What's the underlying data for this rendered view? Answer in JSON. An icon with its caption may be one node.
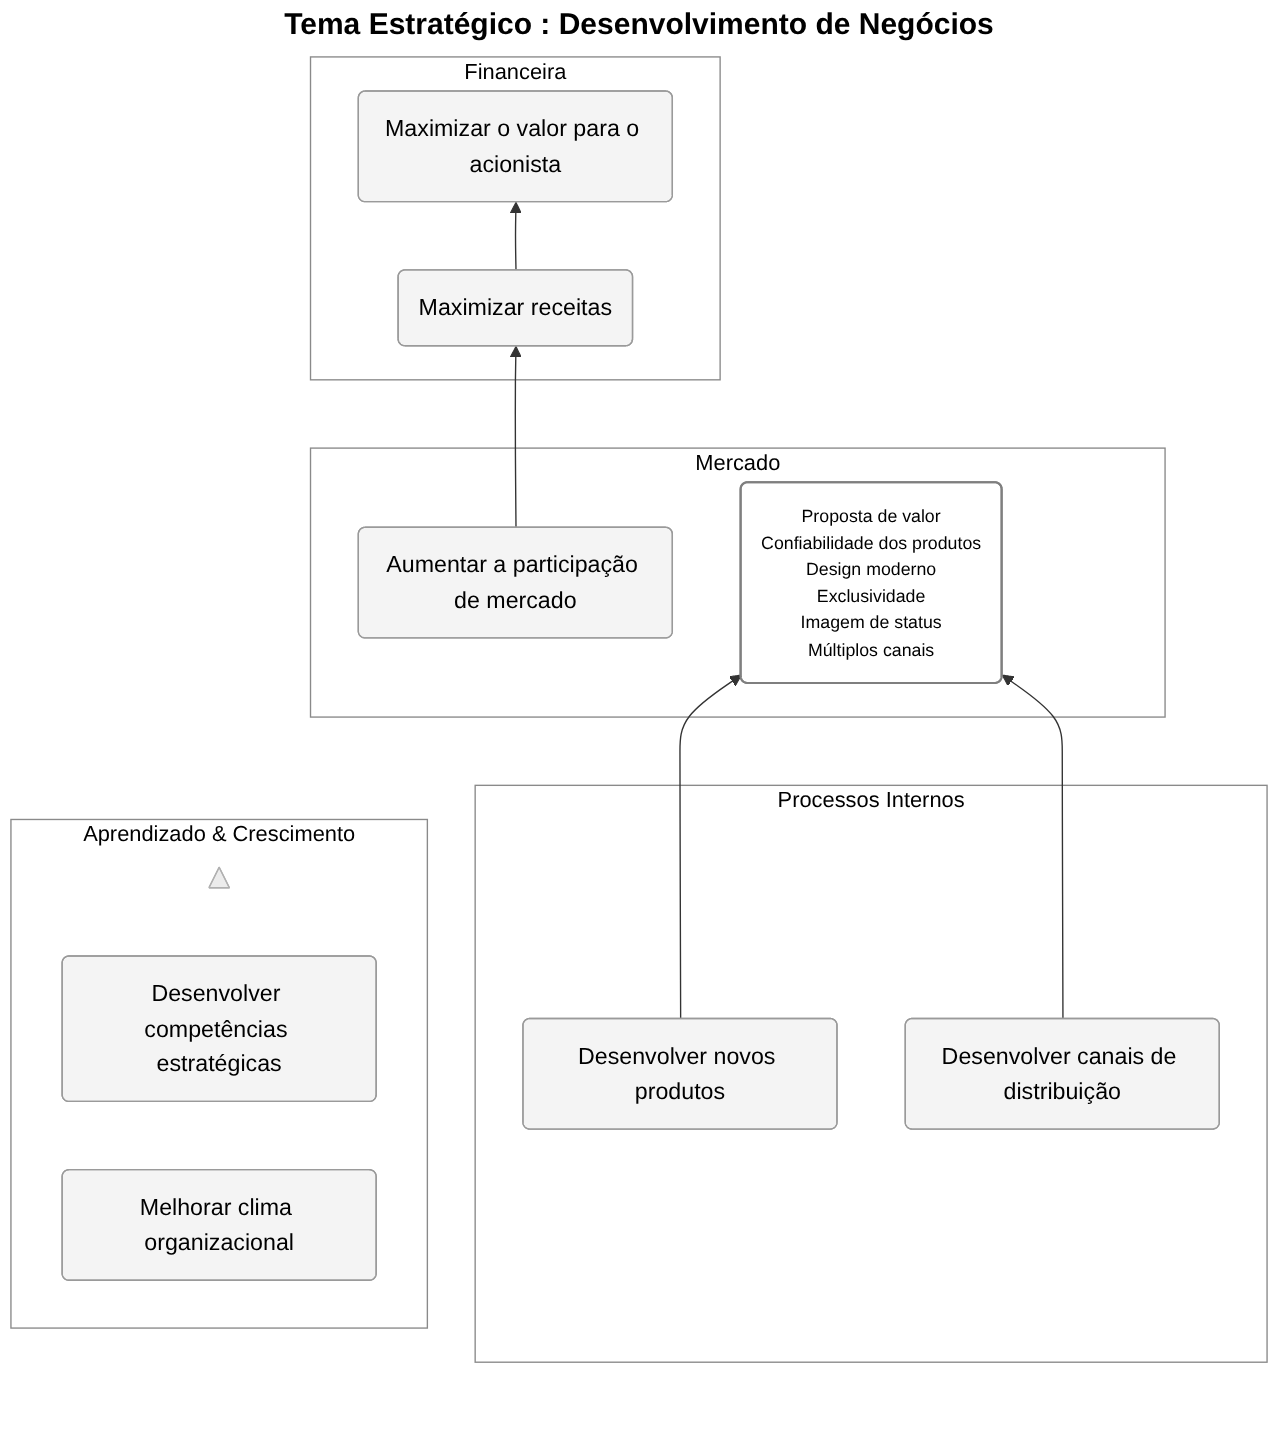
{
  "diagram": {
    "title": "Tema Estratégico : Desenvolvimento de Negócios",
    "nodes": [
      {
        "text": [
          "Financeira"
        ]
      },
      {
        "text": [
          "Maximizar o valor para o acionista"
        ],
        "in": 0
      },
      {
        "text": [
          "Maximizar receitas"
        ],
        "in": 0
      },
      {
        "text": [
          "Mercado"
        ]
      },
      {
        "text": [
          "Aumentar a participação de mercado"
        ],
        "in": 3
      },
      {
        "text": [
          "Proposta de valor",
          "Confiabilidade dos produtos",
          "Design moderno",
          "Exclusividade",
          "Imagem de status",
          "Múltiplos canais"
        ],
        "in": 3
      },
      {
        "text": [
          "Processos Internos"
        ]
      },
      {
        "text": [
          "Desenvolver novos produtos"
        ],
        "in": 6
      },
      {
        "text": [
          "Desenvolver canais de distribuição"
        ],
        "in": 6
      },
      {
        "text": [
          "Aprendizado & Crescimento"
        ]
      },
      {
        "text": [],
        "shape": "triangle",
        "in": 9
      },
      {
        "text": [
          "Desenvolver competências estratégicas"
        ],
        "in": 9
      },
      {
        "text": [
          "Melhorar clima organizacional"
        ],
        "in": 9
      }
    ],
    "edges": [
      {
        "from": 2,
        "to": 1,
        "arrow": "to"
      },
      {
        "from": 4,
        "to": 2,
        "arrow": "to"
      },
      {
        "from": 7,
        "to": 5,
        "arrow": "to"
      },
      {
        "from": 8,
        "to": 5,
        "arrow": "to"
      }
    ]
  }
}
